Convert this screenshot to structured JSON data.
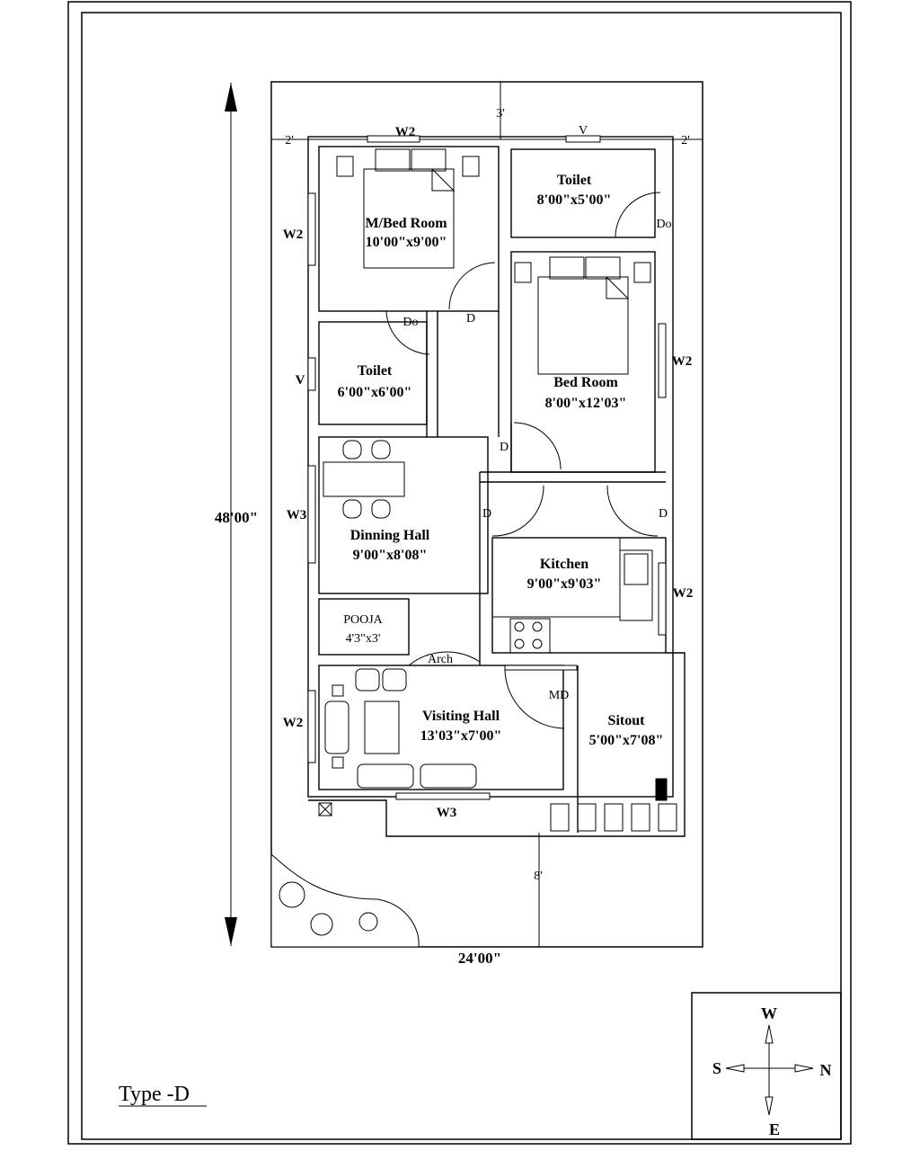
{
  "plan": {
    "type_label": "Type -D",
    "dims": {
      "width": "24'00\"",
      "height": "48'00\"",
      "top_setback": "3'",
      "bottom_setback": "8'",
      "left_setback": "2'",
      "right_setback": "2'"
    },
    "rooms": {
      "mbed": {
        "name": "M/Bed Room",
        "size": "10'00\"x9'00\""
      },
      "toilet1": {
        "name": "Toilet",
        "size": "8'00\"x5'00\""
      },
      "bed": {
        "name": "Bed Room",
        "size": "8'00\"x12'03\""
      },
      "toilet2": {
        "name": "Toilet",
        "size": "6'00\"x6'00\""
      },
      "dining": {
        "name": "Dinning Hall",
        "size": "9'00\"x8'08\""
      },
      "kitchen": {
        "name": "Kitchen",
        "size": "9'00\"x9'03\""
      },
      "pooja": {
        "name": "POOJA",
        "size": "4'3\"x3'"
      },
      "visiting": {
        "name": "Visiting Hall",
        "size": "13'03\"x7'00\""
      },
      "sitout": {
        "name": "Sitout",
        "size": "5'00\"x7'08\""
      }
    },
    "tags": {
      "w2_top": "W2",
      "v_top": "V",
      "w2_mbed": "W2",
      "do_toilet1": "Do",
      "w2_bed": "W2",
      "do_toilet2": "Do",
      "d_mbed": "D",
      "v_toilet2": "V",
      "d_bed": "D",
      "w3_dining": "W3",
      "d_dining": "D",
      "d_kitchen": "D",
      "w2_kitchen": "W2",
      "arch": "Arch",
      "md": "MD",
      "w2_visiting": "W2",
      "w3_front": "W3"
    }
  },
  "compass": {
    "north": "N",
    "south": "S",
    "east": "E",
    "west": "W"
  }
}
